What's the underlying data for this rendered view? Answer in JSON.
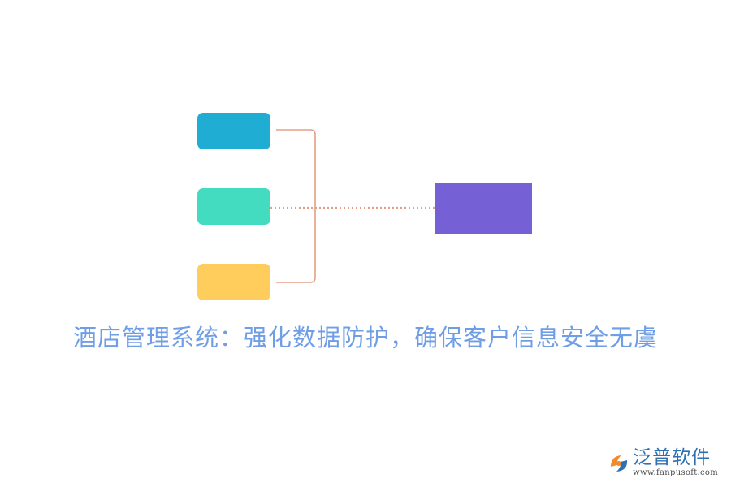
{
  "diagram": {
    "caption": "酒店管理系统：强化数据防护，确保客户信息安全无虞",
    "nodes": [
      {
        "id": "input-1",
        "label": "",
        "color": "#1fadd4"
      },
      {
        "id": "input-2",
        "label": "",
        "color": "#44dcc0"
      },
      {
        "id": "input-3",
        "label": "",
        "color": "#ffcd5c"
      },
      {
        "id": "output",
        "label": "",
        "color": "#7560d6"
      }
    ],
    "connector_color": "#e3a085"
  },
  "colors": {
    "caption": "#6f9ee6",
    "brand_name": "#2f6fb2",
    "brand_url": "#4c4c4c",
    "logo_orange": "#f08a2c",
    "logo_blue": "#2f6fb2"
  },
  "brand": {
    "name": "泛普软件",
    "url": "www.fanpusoft.com",
    "logo_icon": "fanpu-logo-icon"
  }
}
